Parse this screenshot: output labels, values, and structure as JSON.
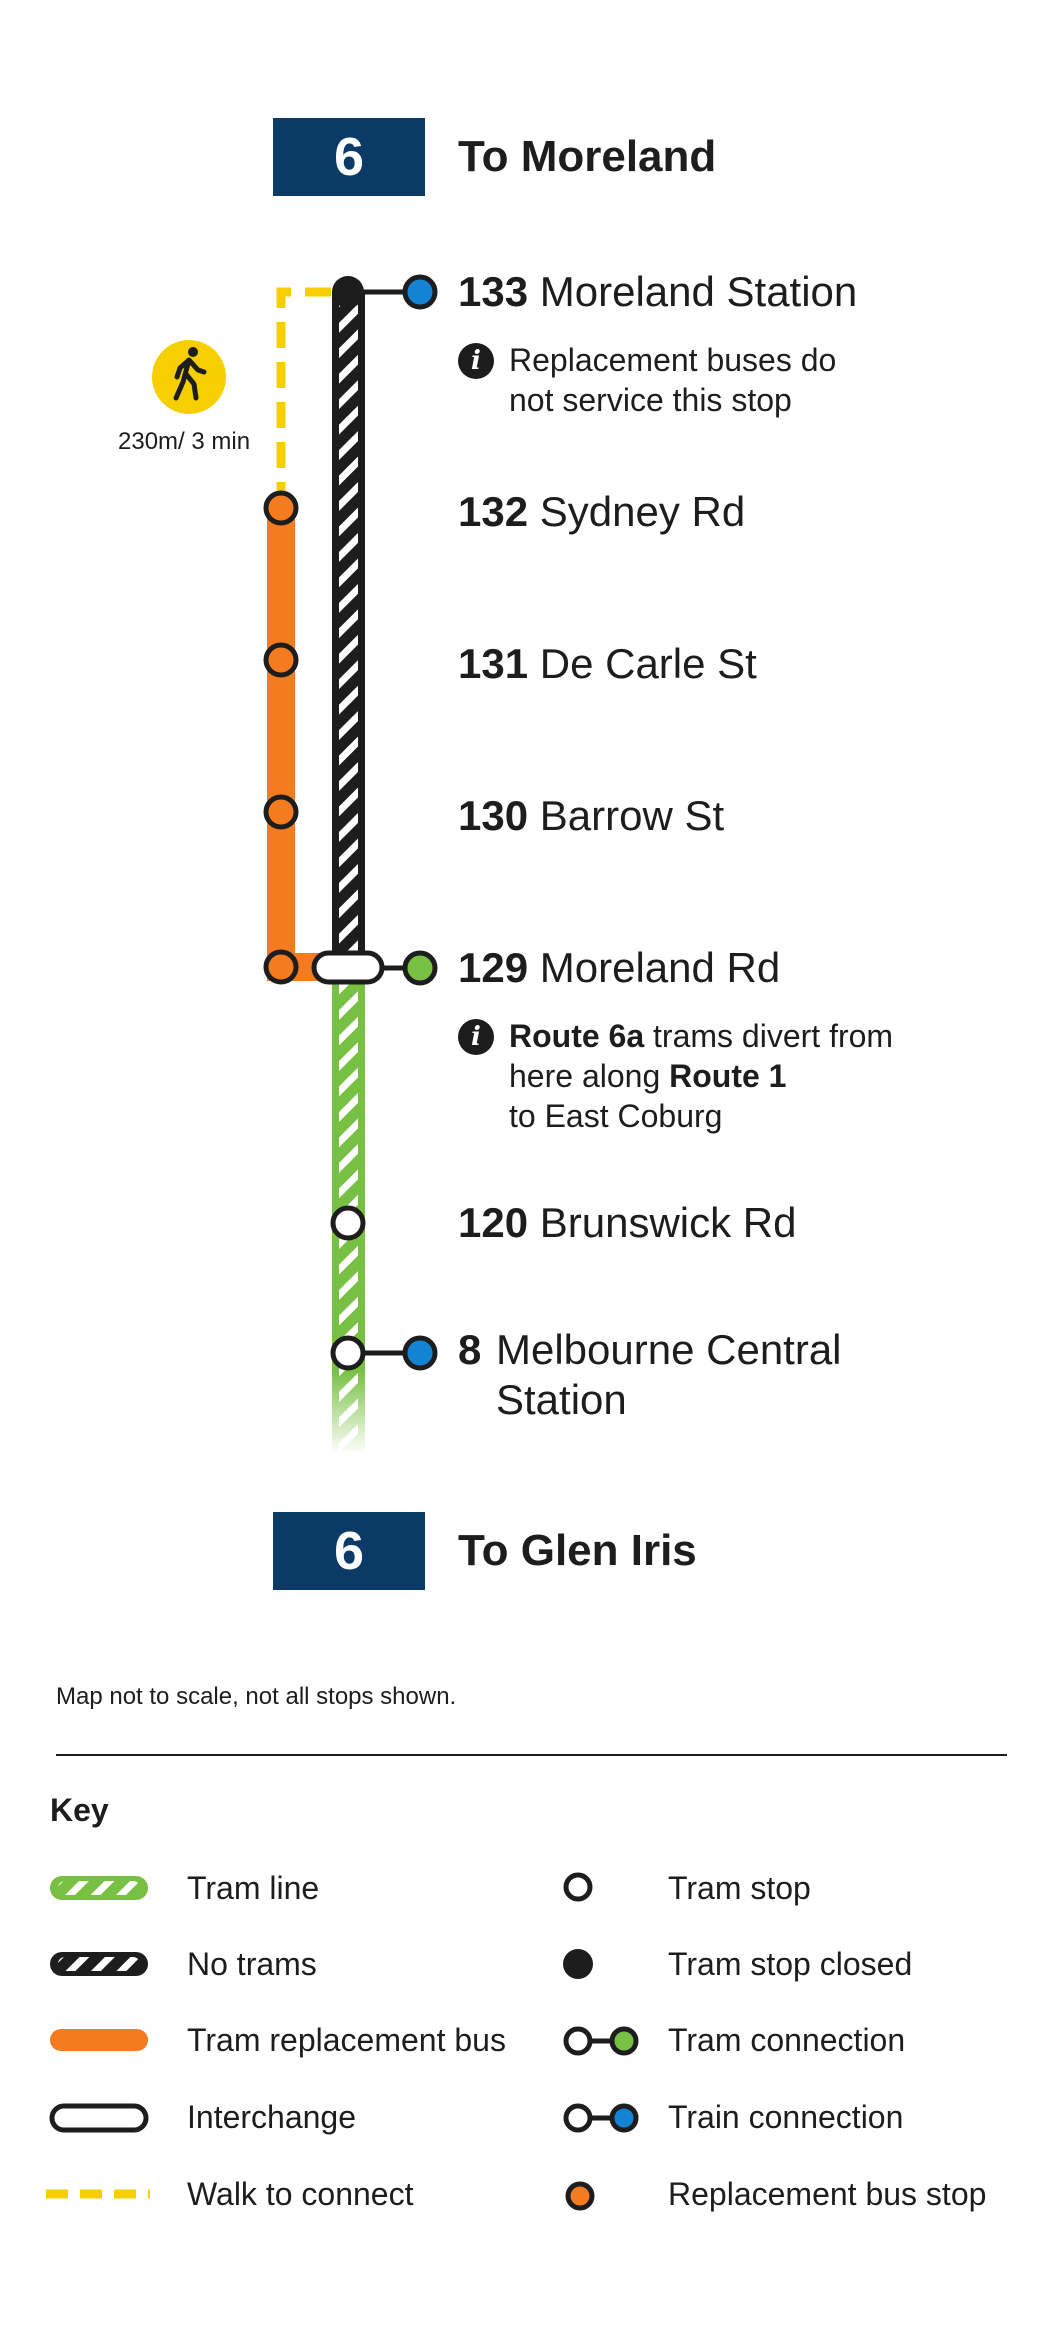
{
  "header": {
    "route_number": "6",
    "destination": "To Moreland"
  },
  "footer_header": {
    "route_number": "6",
    "destination": "To Glen Iris"
  },
  "walk": {
    "text": "230m/ 3 min",
    "icon": "pedestrian-walking-icon",
    "color": "#f7cf00"
  },
  "stops": [
    {
      "number": "133",
      "name": "Moreland Station",
      "status": "closed",
      "connection": "train"
    },
    {
      "number": "132",
      "name": "Sydney Rd",
      "status": "replacement-bus-stop"
    },
    {
      "number": "131",
      "name": "De Carle St",
      "status": "replacement-bus-stop"
    },
    {
      "number": "130",
      "name": "Barrow St",
      "status": "replacement-bus-stop"
    },
    {
      "number": "129",
      "name": "Moreland Rd",
      "status": "interchange",
      "connection": "tram"
    },
    {
      "number": "120",
      "name": "Brunswick Rd",
      "status": "tram-stop"
    },
    {
      "number": "8",
      "name": "Melbourne Central Station",
      "status": "tram-stop",
      "connection": "train"
    }
  ],
  "notes": {
    "moreland_station": {
      "icon": "info-icon",
      "text": "Replacement buses do not service this stop"
    },
    "moreland_rd": {
      "icon": "info-icon",
      "bold_1": "Route 6a",
      "text_1": " trams divert from here along ",
      "bold_2": "Route 1",
      "text_2": " to East Coburg"
    }
  },
  "disclaimer": "Map not to scale, not all stops shown.",
  "key": {
    "title": "Key",
    "items": [
      {
        "label": "Tram line",
        "symbol": "tram-line"
      },
      {
        "label": "No trams",
        "symbol": "no-trams"
      },
      {
        "label": "Tram replacement bus",
        "symbol": "replacement-bus"
      },
      {
        "label": "Interchange",
        "symbol": "interchange"
      },
      {
        "label": "Walk to connect",
        "symbol": "walk-to-connect"
      },
      {
        "label": "Tram stop",
        "symbol": "tram-stop"
      },
      {
        "label": "Tram stop closed",
        "symbol": "tram-stop-closed"
      },
      {
        "label": "Tram connection",
        "symbol": "tram-connection"
      },
      {
        "label": "Train connection",
        "symbol": "train-connection"
      },
      {
        "label": "Replacement bus stop",
        "symbol": "replacement-bus-stop"
      }
    ]
  },
  "colors": {
    "route_badge": "#0b3a66",
    "tram_line": "#78c043",
    "no_trams": "#1d1d1d",
    "replacement_bus": "#f47b20",
    "walk": "#f7cf00",
    "train_connection": "#1484d2",
    "tram_connection": "#78c043"
  }
}
